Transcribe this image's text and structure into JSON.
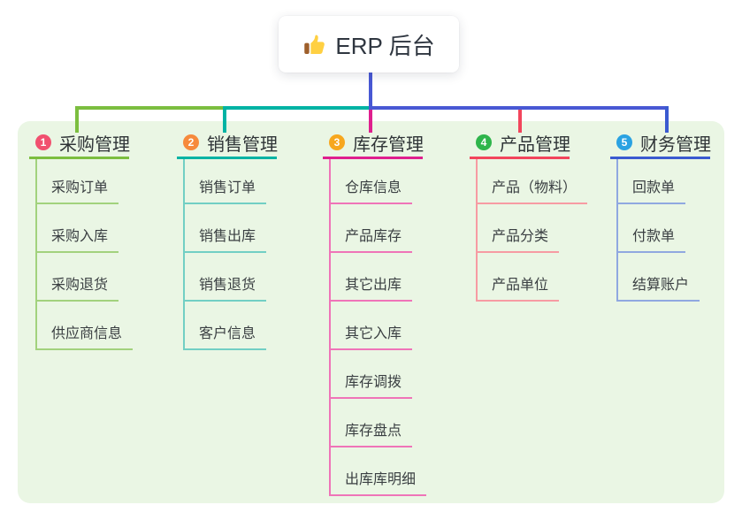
{
  "root": {
    "label": "ERP 后台",
    "icon": "thumbs-up-icon"
  },
  "connector": {
    "stem_color": "#4858d4"
  },
  "panel_color": "#eaf6e4",
  "branches": [
    {
      "index": "1",
      "label": "采购管理",
      "badge_color": "#f1506f",
      "line_color": "#7cbe3f",
      "child_line_color": "#a2d27d",
      "children": [
        "采购订单",
        "采购入库",
        "采购退货",
        "供应商信息"
      ]
    },
    {
      "index": "2",
      "label": "销售管理",
      "badge_color": "#f68a3c",
      "line_color": "#00b3a4",
      "child_line_color": "#72cfc4",
      "children": [
        "销售订单",
        "销售出库",
        "销售退货",
        "客户信息"
      ]
    },
    {
      "index": "3",
      "label": "库存管理",
      "badge_color": "#f7a71e",
      "line_color": "#df1f8e",
      "child_line_color": "#ef74b8",
      "children": [
        "仓库信息",
        "产品库存",
        "其它出库",
        "其它入库",
        "库存调拨",
        "库存盘点",
        "出库库明细"
      ]
    },
    {
      "index": "4",
      "label": "产品管理",
      "badge_color": "#2eb54b",
      "line_color": "#f2455c",
      "child_line_color": "#f79ba3",
      "children": [
        "产品（物料）",
        "产品分类",
        "产品单位"
      ]
    },
    {
      "index": "5",
      "label": "财务管理",
      "badge_color": "#2aa2e2",
      "line_color": "#3a5ad0",
      "child_line_color": "#90a8e0",
      "children": [
        "回款单",
        "付款单",
        "结算账户"
      ]
    }
  ]
}
